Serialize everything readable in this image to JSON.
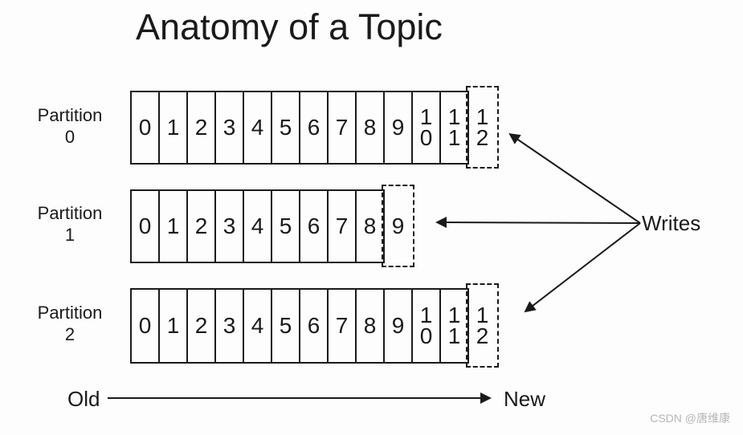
{
  "title": "Anatomy of a Topic",
  "partitions": [
    {
      "name": "Partition",
      "number": "0",
      "solid_cells": [
        "0",
        "1",
        "2",
        "3",
        "4",
        "5",
        "6",
        "7",
        "8",
        "9",
        "10",
        "11"
      ],
      "dashed_cells": [
        "12"
      ]
    },
    {
      "name": "Partition",
      "number": "1",
      "solid_cells": [
        "0",
        "1",
        "2",
        "3",
        "4",
        "5",
        "6",
        "7",
        "8"
      ],
      "dashed_cells": [
        "9"
      ]
    },
    {
      "name": "Partition",
      "number": "2",
      "solid_cells": [
        "0",
        "1",
        "2",
        "3",
        "4",
        "5",
        "6",
        "7",
        "8",
        "9",
        "10",
        "11"
      ],
      "dashed_cells": [
        "12"
      ]
    }
  ],
  "writes_label": "Writes",
  "axis": {
    "old_label": "Old",
    "new_label": "New"
  },
  "watermark": "CSDN @唐维康",
  "colors": {
    "line": "#1a1a1a",
    "background": "#fdfdfd",
    "watermark": "#b3b6b9"
  }
}
